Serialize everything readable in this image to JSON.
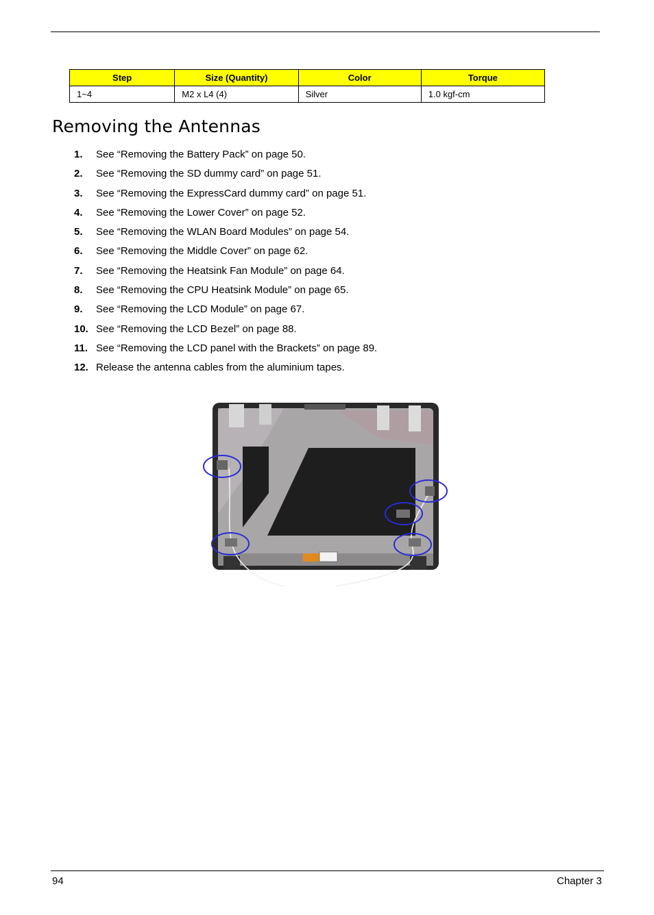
{
  "table": {
    "headers": [
      "Step",
      "Size (Quantity)",
      "Color",
      "Torque"
    ],
    "rows": [
      [
        "1~4",
        "M2 x L4 (4)",
        "Silver",
        "1.0 kgf-cm"
      ]
    ],
    "header_color": "#ffff00"
  },
  "section_title": "Removing the Antennas",
  "steps": [
    {
      "num": "1.",
      "text": "See “Removing the Battery Pack” on page 50."
    },
    {
      "num": "2.",
      "text": "See “Removing the SD dummy card” on page 51."
    },
    {
      "num": "3.",
      "text": "See “Removing the ExpressCard dummy card” on page 51."
    },
    {
      "num": "4.",
      "text": "See “Removing the Lower Cover” on page 52."
    },
    {
      "num": "5.",
      "text": "See “Removing the WLAN Board Modules” on page 54."
    },
    {
      "num": "6.",
      "text": "See “Removing the Middle Cover” on page 62."
    },
    {
      "num": "7.",
      "text": "See “Removing the Heatsink Fan Module” on page 64."
    },
    {
      "num": "8.",
      "text": "See “Removing the CPU Heatsink Module” on page 65."
    },
    {
      "num": "9.",
      "text": "See “Removing the LCD Module” on page 67."
    },
    {
      "num": "10.",
      "text": "See “Removing the LCD Bezel” on page 88."
    },
    {
      "num": "11.",
      "text": "See “Removing the LCD panel with the Brackets” on page 89."
    },
    {
      "num": "12.",
      "text": "Release the antenna cables from the aluminium tapes."
    }
  ],
  "figure": {
    "callout_color": "#2a2ad8",
    "callout_count": 5
  },
  "footer": {
    "page_number": "94",
    "chapter": "Chapter 3"
  }
}
